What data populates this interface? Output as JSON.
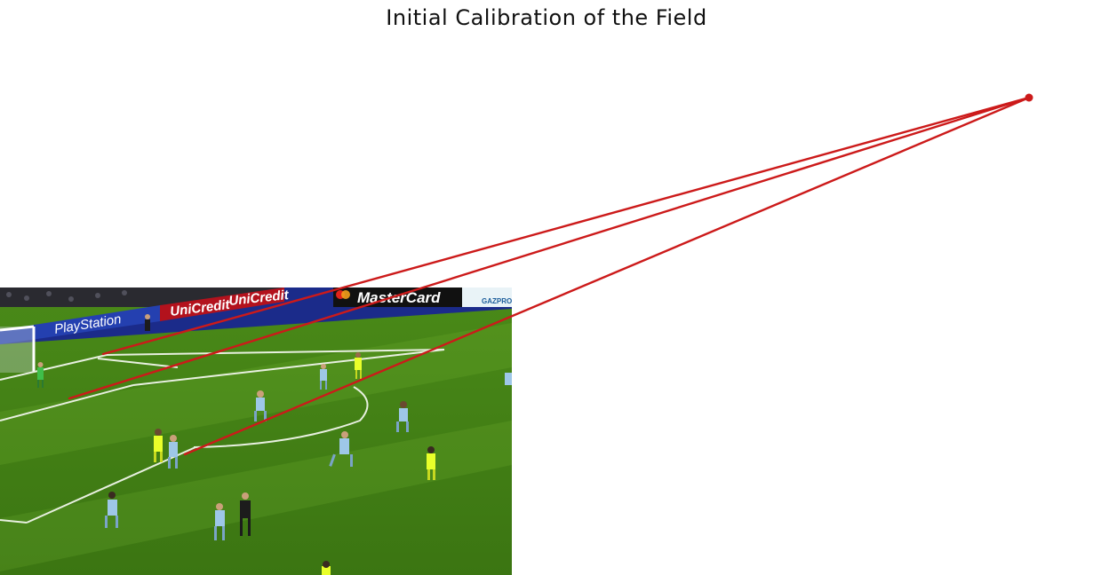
{
  "title": "Initial Calibration of the Field",
  "colors": {
    "line": "#cc1a1a",
    "pitch_dark": "#3a7a12",
    "pitch_light": "#5e9d1e",
    "home_kit": "#eaff2a",
    "away_kit": "#9ec7e8"
  },
  "frame": {
    "boards": [
      "PlayStation",
      "UniCredit",
      "UniCredit",
      "MasterCard",
      "GAZPROM"
    ]
  }
}
